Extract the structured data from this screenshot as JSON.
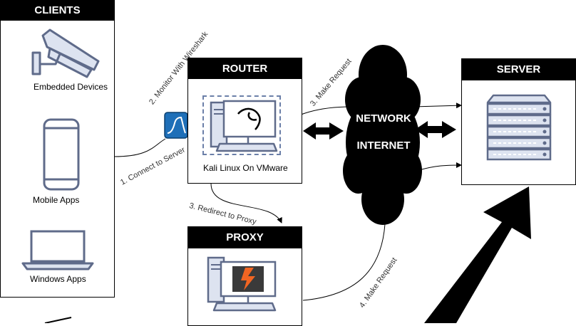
{
  "clients": {
    "title": "CLIENTS",
    "items": [
      "Embedded Devices",
      "Mobile Apps",
      "Windows Apps"
    ]
  },
  "router": {
    "title": "ROUTER",
    "caption": "Kali Linux On VMware"
  },
  "server": {
    "title": "SERVER"
  },
  "proxy": {
    "title": "PROXY"
  },
  "network": {
    "line1": "NETWORK",
    "line2": "INTERNET"
  },
  "steps": {
    "s1": "1. Connect to Server",
    "s2": "2. Monitor With Wireshark",
    "s3a": "3. Make Request",
    "s3b": "3. Redirect to Proxy",
    "s4": "4. Make Request"
  },
  "icons": [
    "cctv-camera-icon",
    "smartphone-icon",
    "laptop-icon",
    "wireshark-icon",
    "kali-linux-icon",
    "server-rack-icon",
    "burp-suite-icon"
  ],
  "colors": {
    "icon_stroke": "#5f6b8a",
    "icon_fill": "#dde3f0",
    "wireshark": "#1e6fb8",
    "burp": "#f26522"
  }
}
